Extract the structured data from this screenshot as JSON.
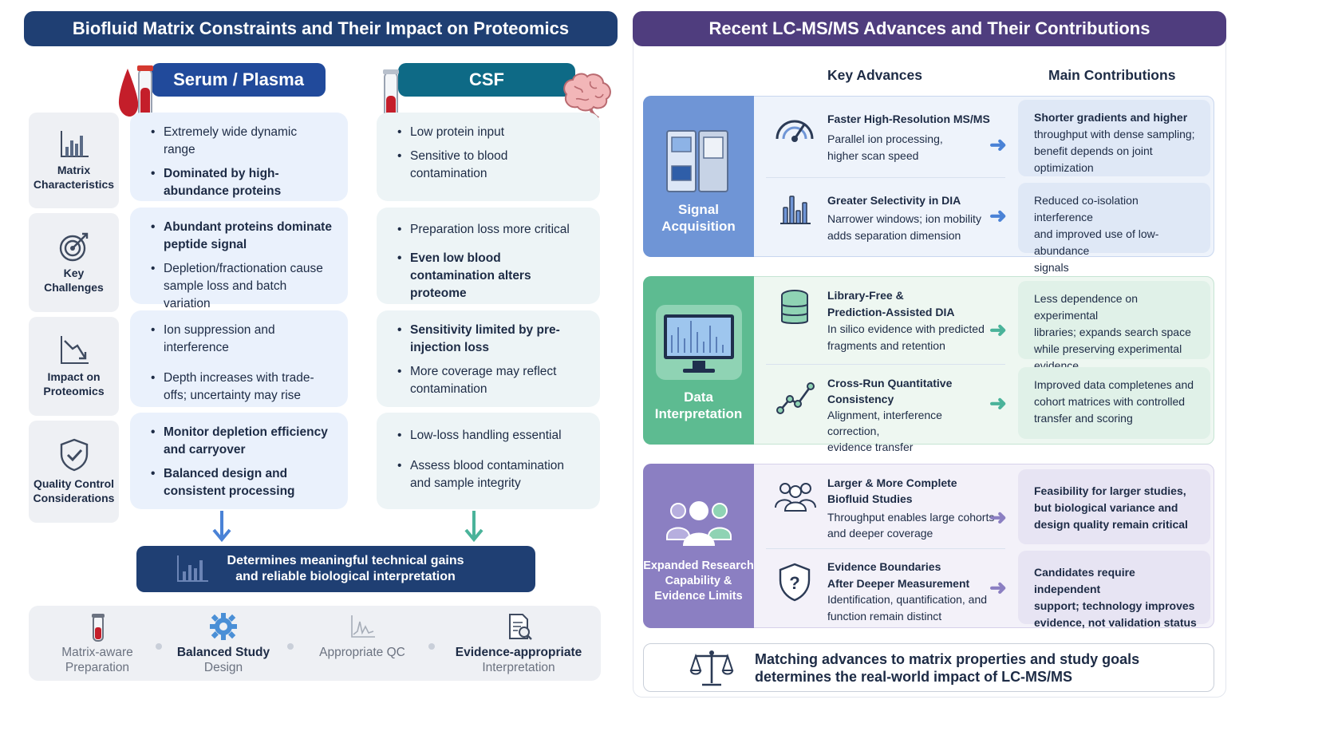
{
  "left": {
    "title": "Biofluid Matrix Constraints and Their Impact on Proteomics",
    "col_serum": "Serum / Plasma",
    "col_csf": "CSF",
    "row_labels": {
      "matrix": [
        "Matrix",
        "Characteristics"
      ],
      "challenges": [
        "Key",
        "Challenges"
      ],
      "impact": [
        "Impact on",
        "Proteomics"
      ],
      "qc": [
        "Quality Control",
        "Considerations"
      ]
    },
    "serum": {
      "r1": [
        "Extremely wide dynamic range",
        "Dominated by high-abundance proteins"
      ],
      "r2": [
        "Abundant proteins dominate peptide signal",
        "Depletion/fractionation cause sample loss and batch variation"
      ],
      "r3": [
        "Ion suppression and interference",
        "Depth increases with trade-offs; uncertainty may rise"
      ],
      "r4": [
        "Monitor depletion efficiency and carryover",
        "Balanced design and consistent processing"
      ]
    },
    "csf": {
      "r1": [
        "Low protein input",
        "Sensitive to blood contamination"
      ],
      "r2": [
        "Preparation loss more critical",
        "Even low blood contamination alters proteome"
      ],
      "r3": [
        "Sensitivity limited by pre-injection loss",
        "More coverage may reflect contamination"
      ],
      "r4": [
        "Low-loss handling essential",
        "Assess blood contamination and sample integrity"
      ]
    },
    "summary": [
      "Determines meaningful technical gains",
      "and reliable biological interpretation"
    ],
    "bottom": [
      {
        "l1": "Matrix-aware",
        "l2": "Preparation"
      },
      {
        "l1": "Balanced Study",
        "l2": "Design"
      },
      {
        "l1": "Appropriate QC",
        "l2": ""
      },
      {
        "l1": "Evidence-appropriate",
        "l2": "Interpretation"
      }
    ]
  },
  "right": {
    "title": "Recent LC-MS/MS Advances and Their Contributions",
    "hdr_adv": "Key Advances",
    "hdr_contrib": "Main Contributions",
    "sections": [
      {
        "label": [
          "Signal",
          "Acquisition"
        ],
        "items": [
          {
            "title": [
              "Faster High-Resolution MS/MS"
            ],
            "desc": [
              "Parallel ion processing,",
              "higher scan speed"
            ],
            "contrib": [
              "Shorter gradients and higher",
              "throughput with dense sampling;",
              "benefit depends on joint",
              "optimization"
            ]
          },
          {
            "title": [
              "Greater Selectivity in DIA"
            ],
            "desc": [
              "Narrower windows; ion mobility",
              "adds separation dimension"
            ],
            "contrib": [
              "Reduced co-isolation interference",
              "and improved use of low-abundance",
              "signals"
            ]
          }
        ]
      },
      {
        "label": [
          "Data",
          "Interpretation"
        ],
        "items": [
          {
            "title": [
              "Library-Free &",
              "Prediction-Assisted DIA"
            ],
            "desc": [
              "In silico evidence with predicted",
              "fragments and retention"
            ],
            "contrib": [
              "Less dependence on experimental",
              "libraries; expands search space",
              "while preserving experimental",
              "evidence"
            ]
          },
          {
            "title": [
              "Cross-Run Quantitative",
              "Consistency"
            ],
            "desc": [
              "Alignment, interference correction,",
              "evidence transfer"
            ],
            "contrib": [
              "Improved data completenes and",
              "cohort matrices with controlled",
              "transfer and scoring"
            ]
          }
        ]
      },
      {
        "label": [
          "Expanded Research",
          "Capability &",
          "Evidence Limits"
        ],
        "items": [
          {
            "title": [
              "Larger & More Complete",
              "Biofluid Studies"
            ],
            "desc": [
              "Throughput enables large cohorts",
              "and deeper coverage"
            ],
            "contrib": [
              "Feasibility for larger studies,",
              "but biological variance and",
              "design quality remain critical"
            ]
          },
          {
            "title": [
              "Evidence Boundaries",
              "After Deeper Measurement"
            ],
            "desc": [
              "Identification, quantification, and",
              "function remain distinct"
            ],
            "contrib": [
              "Candidates require independent",
              "support; technology improves",
              "evidence, not validation status"
            ]
          }
        ]
      }
    ],
    "footer": [
      "Matching advances to matrix properties and study goals",
      "determines the real-world impact of LC-MS/MS"
    ]
  },
  "colors": {
    "left_banner": "#1f3f73",
    "right_banner": "#4f3d7e",
    "serum_pill": "#214a9b",
    "csf_pill": "#0e6a86",
    "signal": "#6f95d6",
    "data": "#5dbb91",
    "expanded": "#8b7fc2"
  }
}
